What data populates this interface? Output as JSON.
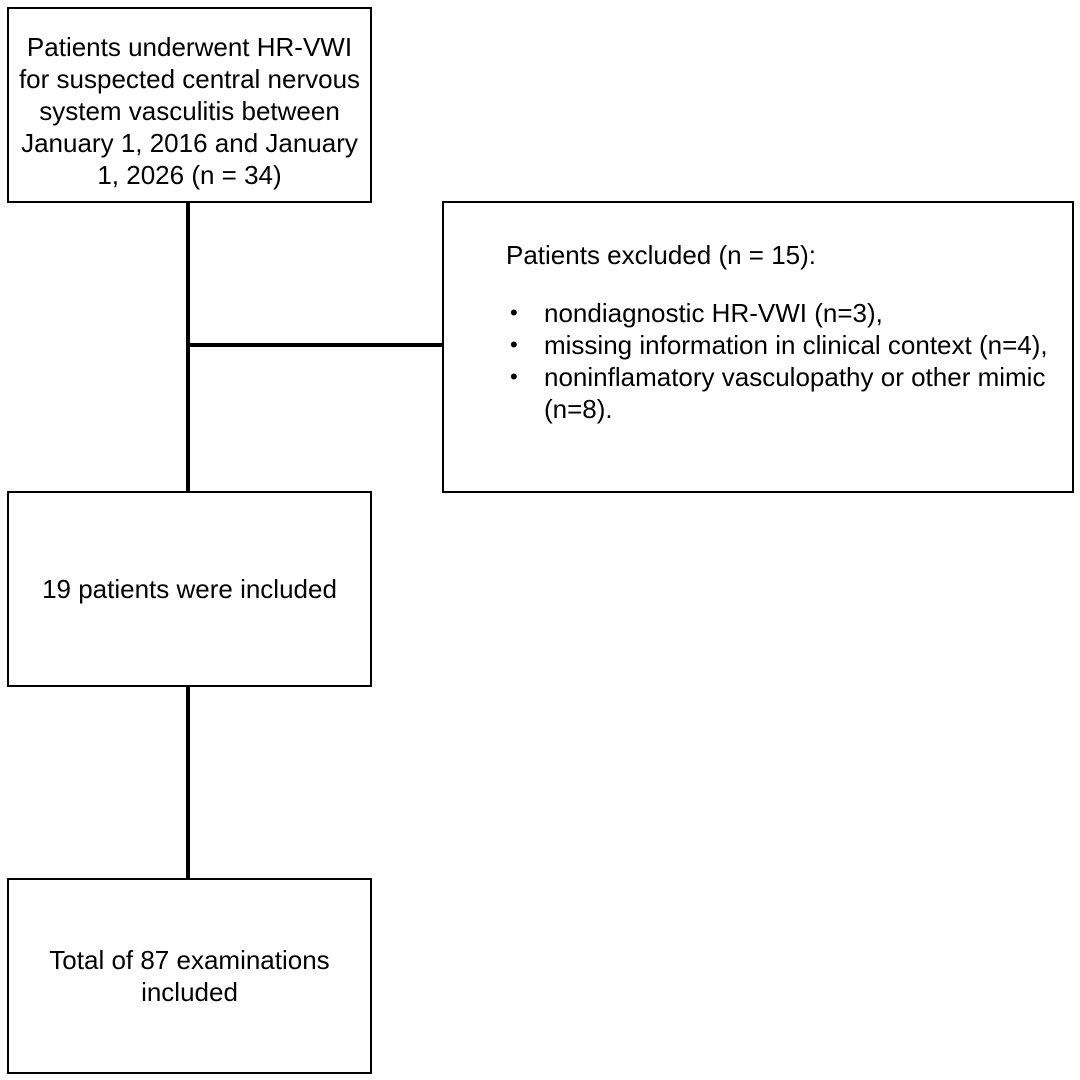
{
  "flowchart": {
    "enrolled": {
      "text": "Patients underwent HR-VWI for suspected central nervous system vasculitis between January 1, 2016 and January 1, 2026 (n = 34)"
    },
    "excluded": {
      "title": "Patients excluded (n = 15):",
      "reasons": [
        "nondiagnostic HR-VWI (n=3),",
        "missing information in clinical context (n=4),",
        "noninflamatory vasculopathy or other mimic (n=8)."
      ]
    },
    "included": {
      "text": "19 patients were included"
    },
    "total": {
      "text": "Total of 87 examinations included"
    }
  }
}
